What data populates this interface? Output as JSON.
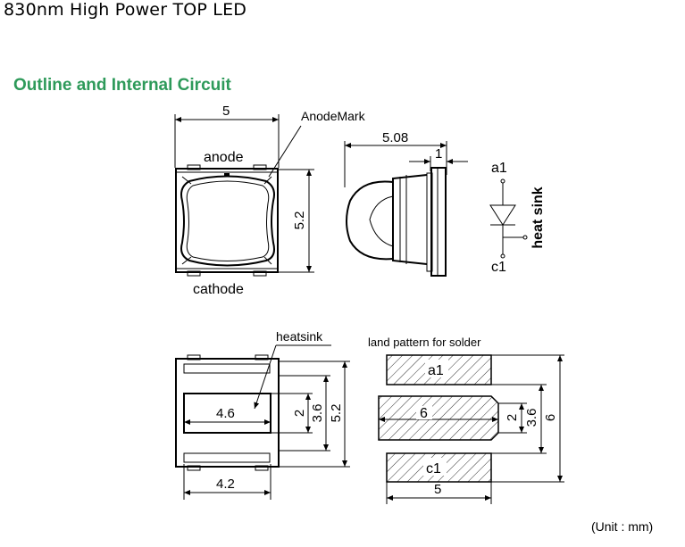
{
  "title": "830nm High Power TOP LED",
  "section_title": "Outline and Internal Circuit",
  "top_view": {
    "width_dim": "5",
    "height_dim": "5.2",
    "anode_label": "anode",
    "cathode_label": "cathode",
    "anode_mark_label": "AnodeMark"
  },
  "side_view": {
    "overall_dim": "5.08",
    "flange_dim": "1"
  },
  "circuit": {
    "anode_pin": "a1",
    "cathode_pin": "c1",
    "heat_sink_label": "heat sink"
  },
  "bottom_view": {
    "heatsink_label": "heatsink",
    "pad_width_dim": "4.6",
    "bottom_width_dim": "4.2",
    "pad_height_dim": "2",
    "inner_height_dim": "3.6",
    "overall_height_dim": "5.2"
  },
  "land_pattern": {
    "caption": "land pattern for solder",
    "top_pad": "a1",
    "center_pad": "6",
    "bottom_pad": "c1",
    "width_dim": "5",
    "pad_height_dim": "2",
    "inner_dim": "3.6",
    "overall_dim": "6"
  },
  "unit_note": "(Unit : mm)"
}
